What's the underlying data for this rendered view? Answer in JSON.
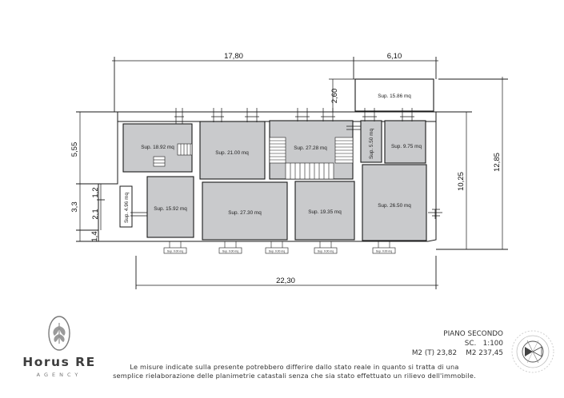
{
  "rooms": [
    {
      "id": "r1",
      "label": "Sup. 18.92 mq"
    },
    {
      "id": "r2",
      "label": "Sup. 21.00 mq"
    },
    {
      "id": "r3",
      "label": "Sup. 27.28 mq"
    },
    {
      "id": "r4",
      "label": "Sup. 5.50 mq"
    },
    {
      "id": "r5",
      "label": "Sup. 9.75 mq"
    },
    {
      "id": "r6",
      "label": "Sup. 15.86 mq"
    },
    {
      "id": "r7",
      "label": "Sup. 15.92 mq"
    },
    {
      "id": "r8",
      "label": "Sup. 27.30 mq"
    },
    {
      "id": "r9",
      "label": "Sup. 19.35 mq"
    },
    {
      "id": "r10",
      "label": "Sup. 26.50 mq"
    },
    {
      "id": "r11",
      "label": "Sup. 4.96 mq"
    }
  ],
  "balconies": [
    {
      "label": "Sup. 0.00 mq"
    },
    {
      "label": "Sup. 0.00 mq"
    },
    {
      "label": "Sup. 0.00 mq"
    },
    {
      "label": "Sup. 0.00 mq"
    },
    {
      "label": "Sup. 0.00 mq"
    }
  ],
  "dimensions": {
    "top_main": "17,80",
    "top_right": "6,10",
    "terrace_depth": "2,60",
    "left_upper": "5,55",
    "left_mid": "3,3",
    "left_mid_a": "1,2",
    "left_mid_b": "2,1",
    "left_lower": "1,4",
    "right_inner": "10,25",
    "right_outer": "12,85",
    "bottom": "22,30"
  },
  "info": {
    "floor": "PIANO SECONDO",
    "scale": "SC.   1:100",
    "area": "M2 (T) 23,82    M2 237,45"
  },
  "brand": {
    "name": "Horus RE",
    "sub": "AGENCY"
  },
  "disclaimer": {
    "line1": "Le misure indicate sulla presente potrebbero differire dallo stato reale in quanto si tratta di una",
    "line2": "semplice rielaborazione delle planimetrie catastali senza che sia stato effettuato un rilievo dell'immobile."
  }
}
